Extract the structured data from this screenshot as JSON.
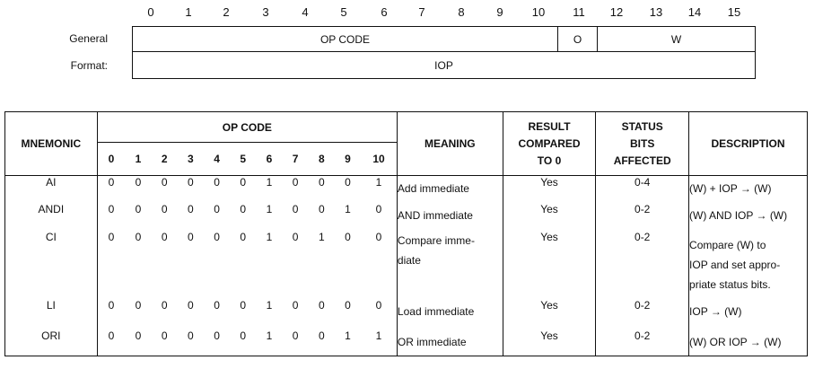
{
  "bit_numbers": [
    "0",
    "1",
    "2",
    "3",
    "4",
    "5",
    "6",
    "7",
    "8",
    "9",
    "10",
    "11",
    "12",
    "13",
    "14",
    "15"
  ],
  "format": {
    "general_label": "General",
    "format_label": "Format:",
    "opcode_label": "OP CODE",
    "o_label": "O",
    "w_label": "W",
    "iop_label": "IOP"
  },
  "table": {
    "headers": {
      "mnemonic": "MNEMONIC",
      "opcode": "OP CODE",
      "meaning": "MEANING",
      "result_line1": "RESULT",
      "result_line2": "COMPARED",
      "result_line3": "TO 0",
      "status_line1": "STATUS",
      "status_line2": "BITS",
      "status_line3": "AFFECTED",
      "description": "DESCRIPTION"
    },
    "bit_headers": [
      "0",
      "1",
      "2",
      "3",
      "4",
      "5",
      "6",
      "7",
      "8",
      "9",
      "10"
    ],
    "rows": [
      {
        "mnemonic": "AI",
        "bits": [
          "0",
          "0",
          "0",
          "0",
          "0",
          "0",
          "1",
          "0",
          "0",
          "0",
          "1"
        ],
        "meaning": [
          "Add immediate"
        ],
        "result": "Yes",
        "status": "0-4",
        "description": [
          "(W) + IOP → (W)"
        ]
      },
      {
        "mnemonic": "ANDI",
        "bits": [
          "0",
          "0",
          "0",
          "0",
          "0",
          "0",
          "1",
          "0",
          "0",
          "1",
          "0"
        ],
        "meaning": [
          "AND immediate"
        ],
        "result": "Yes",
        "status": "0-2",
        "description": [
          "(W) AND IOP → (W)"
        ]
      },
      {
        "mnemonic": "CI",
        "bits": [
          "0",
          "0",
          "0",
          "0",
          "0",
          "0",
          "1",
          "0",
          "1",
          "0",
          "0"
        ],
        "meaning": [
          "Compare imme-",
          "diate"
        ],
        "result": "Yes",
        "status": "0-2",
        "description": [
          "Compare (W) to",
          "IOP and set appro-",
          "priate status bits."
        ]
      },
      {
        "mnemonic": "LI",
        "bits": [
          "0",
          "0",
          "0",
          "0",
          "0",
          "0",
          "1",
          "0",
          "0",
          "0",
          "0"
        ],
        "meaning": [
          "Load immediate"
        ],
        "result": "Yes",
        "status": "0-2",
        "description": [
          "IOP → (W)"
        ]
      },
      {
        "mnemonic": "ORI",
        "bits": [
          "0",
          "0",
          "0",
          "0",
          "0",
          "0",
          "1",
          "0",
          "0",
          "1",
          "1"
        ],
        "meaning": [
          "OR immediate"
        ],
        "result": "Yes",
        "status": "0-2",
        "description": [
          "(W) OR IOP → (W)"
        ]
      }
    ]
  }
}
